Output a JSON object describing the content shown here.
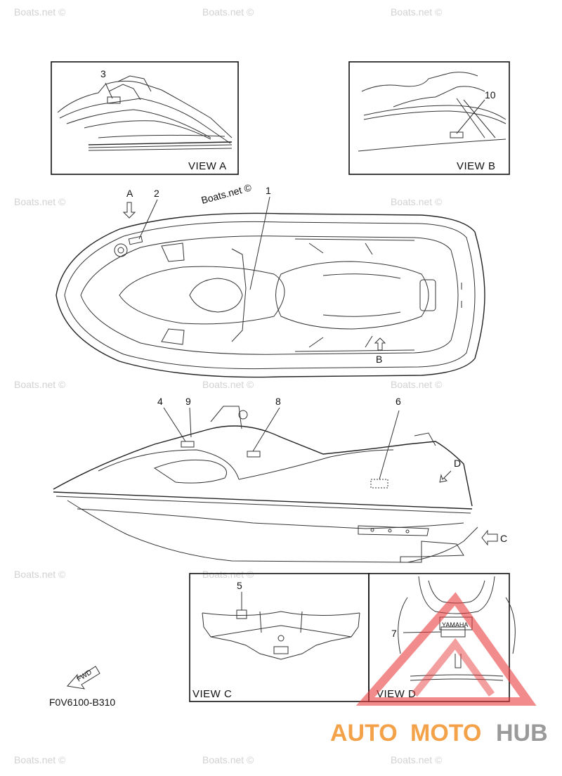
{
  "watermark": {
    "text": "Boats.net ©",
    "header_text": "Boats.net ©"
  },
  "views": {
    "a": "VIEW A",
    "b": "VIEW B",
    "c": "VIEW C",
    "d": "VIEW D"
  },
  "callouts": [
    "1",
    "2",
    "3",
    "4",
    "5",
    "6",
    "7",
    "8",
    "9",
    "10"
  ],
  "arrows": {
    "a": "A",
    "b": "B",
    "c": "C",
    "d": "D"
  },
  "fwd_label": "FWD",
  "badge_text": "YAMAHA",
  "part_code": "F0V6100-B310",
  "logo": {
    "auto": "AUTO",
    "moto": "MOTO",
    "hub": "HUB"
  },
  "colors": {
    "logo_orange": "#f4a24a",
    "logo_gray": "#9a9a9a",
    "triangle_red": "#e94040"
  }
}
